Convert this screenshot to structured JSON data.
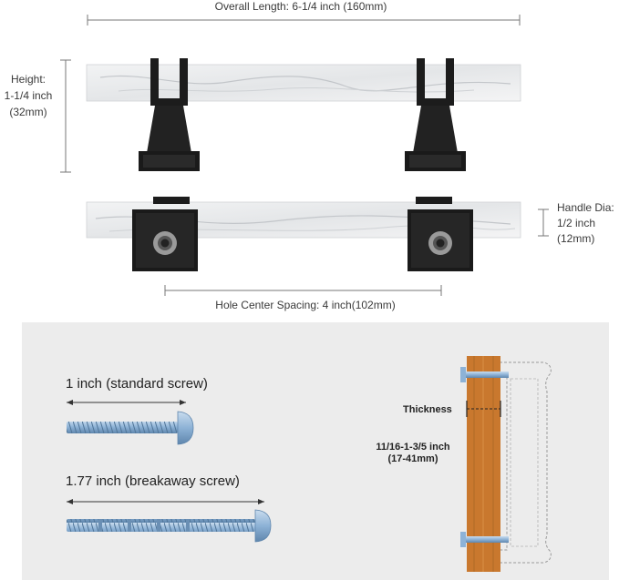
{
  "dimensions": {
    "overall_length": "Overall Length: 6-1/4 inch (160mm)",
    "height_line1": "Height:",
    "height_line2": "1-1/4 inch",
    "height_line3": "(32mm)",
    "handle_dia_line1": "Handle Dia:",
    "handle_dia_line2": "1/2 inch",
    "handle_dia_line3": "(12mm)",
    "hole_spacing": "Hole Center Spacing: 4 inch(102mm)"
  },
  "screws": {
    "standard_label": "1 inch (standard screw)",
    "breakaway_label": "1.77 inch (breakaway screw)"
  },
  "door": {
    "thickness_label": "Thickness",
    "thickness_range_line1": "11/16-1-3/5 inch",
    "thickness_range_line2": "(17-41mm)"
  },
  "colors": {
    "marble": "#e9eaec",
    "hardware": "#1c1c1c",
    "wood": "#c9782e",
    "screw": "#8fb3d4",
    "panel": "#ececec"
  }
}
